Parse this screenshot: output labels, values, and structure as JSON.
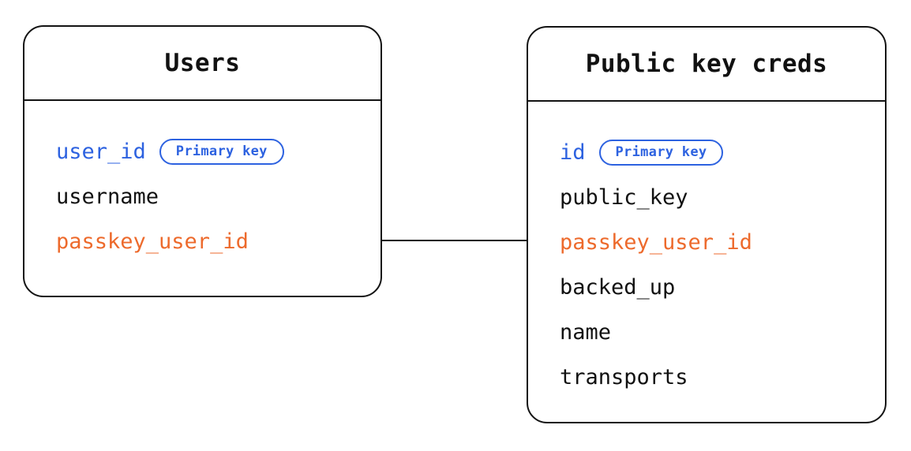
{
  "diagram": {
    "kind": "entity-relationship-diagram",
    "background_color": "#ffffff",
    "colors": {
      "border": "#131313",
      "text": "#111111",
      "primary_key": "#2d62e0",
      "foreign_key": "#ed6a2c"
    },
    "entities": [
      {
        "id": "users",
        "title": "Users",
        "fields": [
          {
            "name": "user_id",
            "role": "primary_key",
            "badge": "Primary key"
          },
          {
            "name": "username",
            "role": "plain",
            "badge": null
          },
          {
            "name": "passkey_user_id",
            "role": "foreign_key",
            "badge": null
          }
        ]
      },
      {
        "id": "public_key_creds",
        "title": "Public key creds",
        "fields": [
          {
            "name": "id",
            "role": "primary_key",
            "badge": "Primary key"
          },
          {
            "name": "public_key",
            "role": "plain",
            "badge": null
          },
          {
            "name": "passkey_user_id",
            "role": "foreign_key",
            "badge": null
          },
          {
            "name": "backed_up",
            "role": "plain",
            "badge": null
          },
          {
            "name": "name",
            "role": "plain",
            "badge": null
          },
          {
            "name": "transports",
            "role": "plain",
            "badge": null
          }
        ]
      }
    ],
    "relationships": [
      {
        "id": "users-to-public-key-creds",
        "from": "users.passkey_user_id",
        "to": "public_key_creds.passkey_user_id",
        "style": "straight-line"
      }
    ]
  }
}
